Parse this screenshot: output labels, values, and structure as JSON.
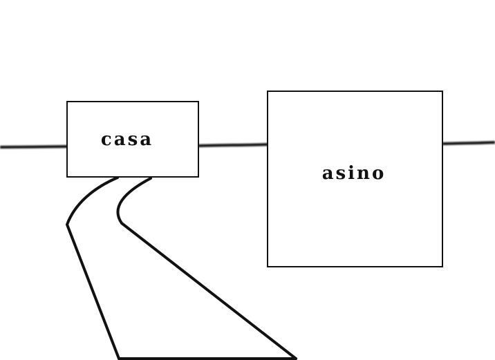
{
  "diagram": {
    "boxes": [
      {
        "id": "casa",
        "label": "casa"
      },
      {
        "id": "asino",
        "label": "asino"
      }
    ]
  },
  "colors": {
    "stroke": "#111111",
    "background": "#ffffff"
  }
}
